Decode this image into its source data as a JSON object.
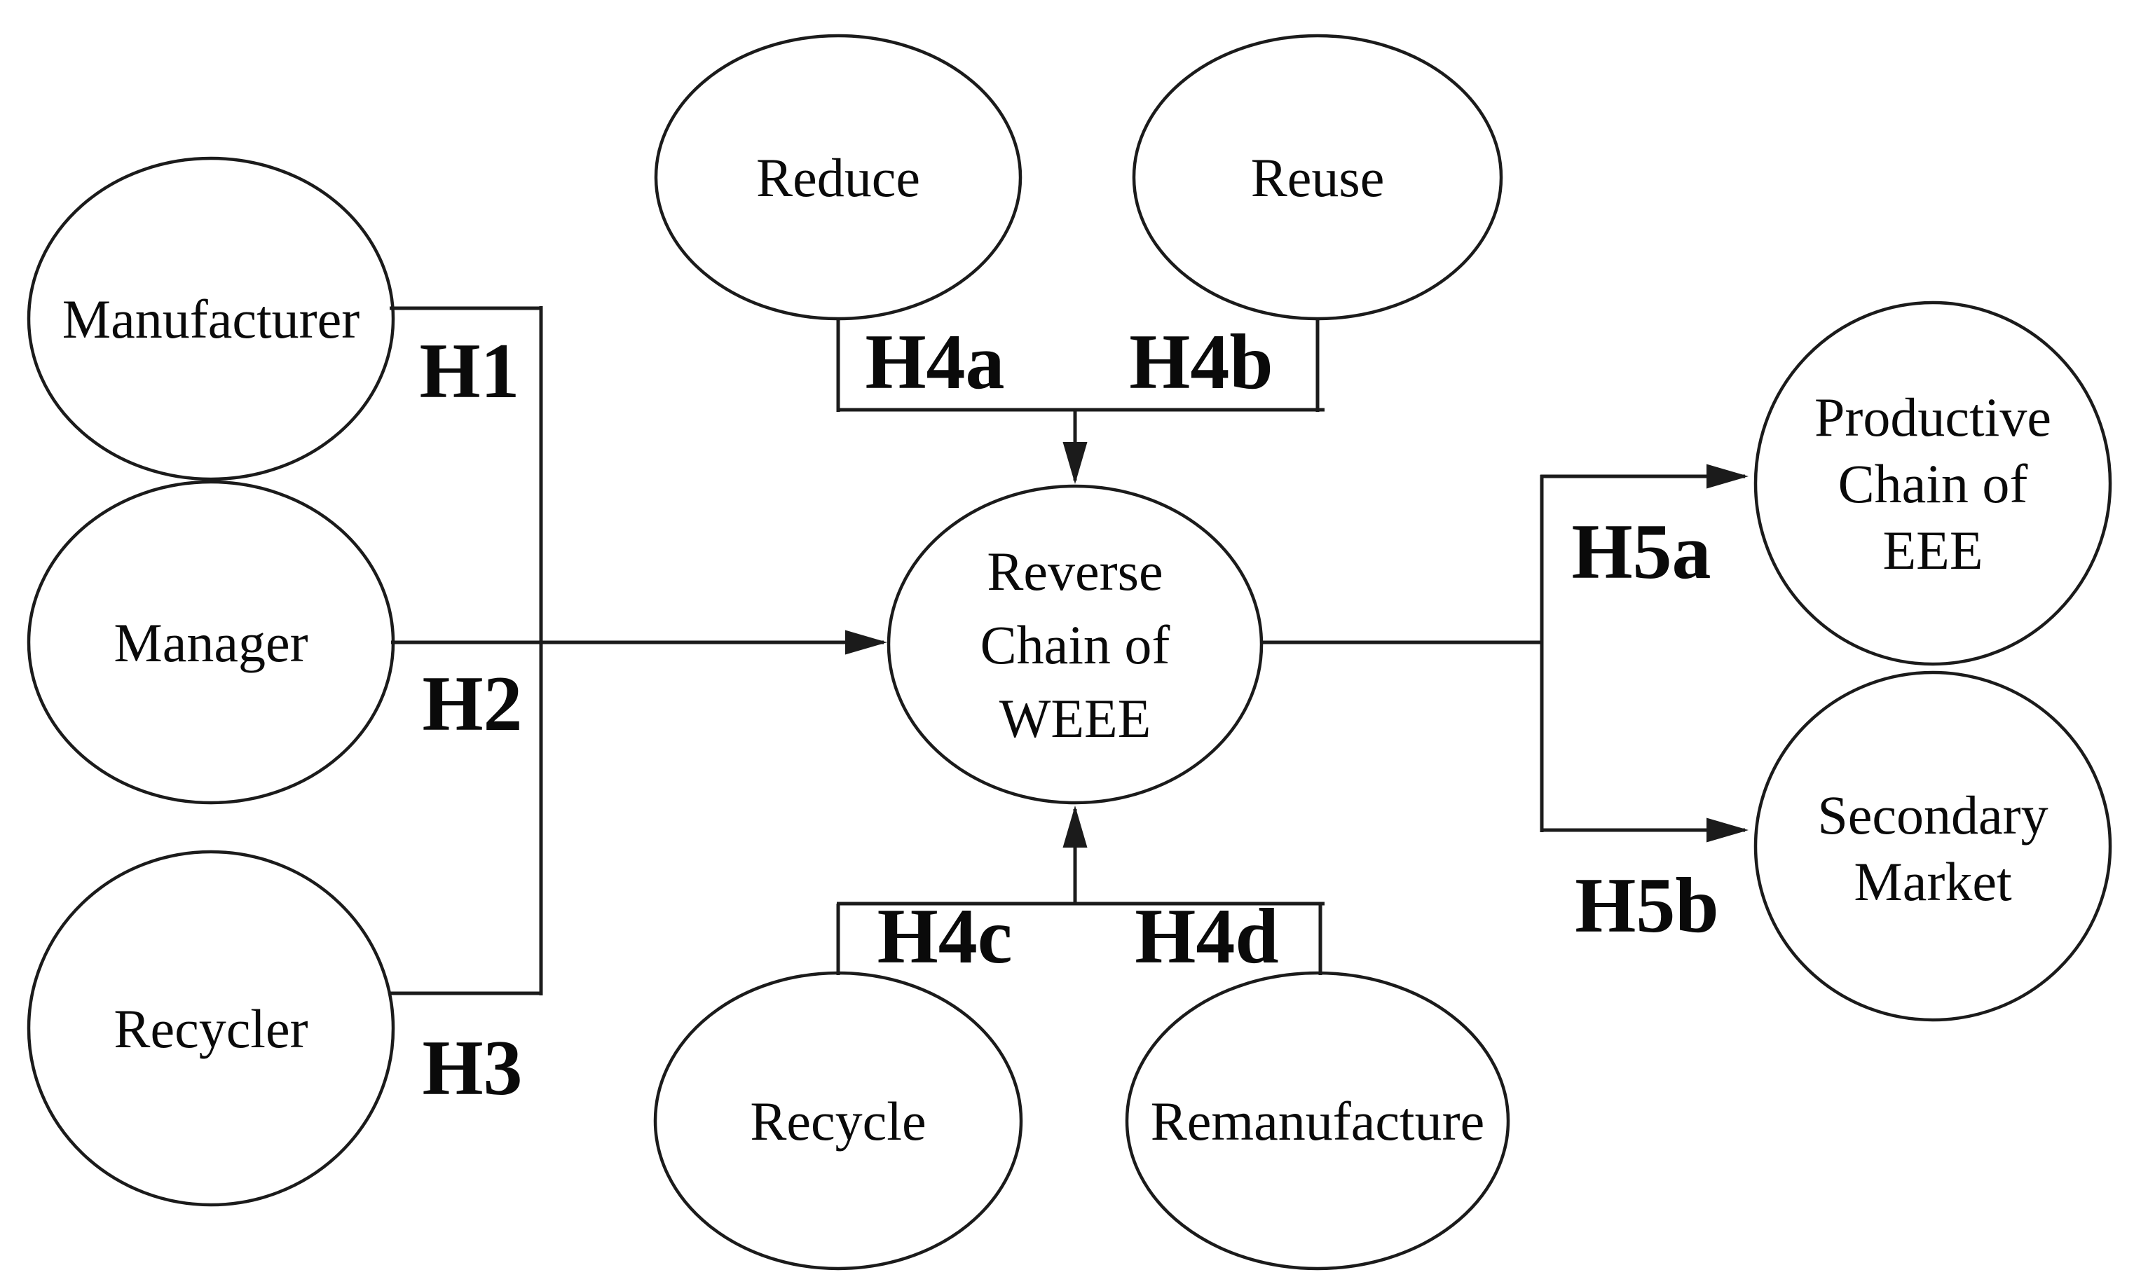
{
  "diagram": {
    "kind": "structural-hypothesis-model",
    "background_color": "#ffffff",
    "line_color": "#1b1b1b",
    "text_color": "#0a0a0a",
    "nodes": {
      "manufacturer": "Manufacturer",
      "manager": "Manager",
      "recycler": "Recycler",
      "reduce": "Reduce",
      "reuse": "Reuse",
      "reverse_chain": [
        "Reverse",
        "Chain of",
        "WEEE"
      ],
      "recycle": "Recycle",
      "remanufacture": "Remanufacture",
      "productive_chain": [
        "Productive",
        "Chain of",
        "EEE"
      ],
      "secondary_market": [
        "Secondary",
        "Market"
      ]
    },
    "hypotheses": {
      "h1": "H1",
      "h2": "H2",
      "h3": "H3",
      "h4a": "H4a",
      "h4b": "H4b",
      "h4c": "H4c",
      "h4d": "H4d",
      "h5a": "H5a",
      "h5b": "H5b"
    },
    "edges": [
      {
        "from": "Manufacturer",
        "to": "Reverse Chain of WEEE",
        "label": "H1"
      },
      {
        "from": "Manager",
        "to": "Reverse Chain of WEEE",
        "label": "H2"
      },
      {
        "from": "Recycler",
        "to": "Reverse Chain of WEEE",
        "label": "H3"
      },
      {
        "from": "Reduce",
        "to": "Reverse Chain of WEEE",
        "label": "H4a"
      },
      {
        "from": "Reuse",
        "to": "Reverse Chain of WEEE",
        "label": "H4b"
      },
      {
        "from": "Recycle",
        "to": "Reverse Chain of WEEE",
        "label": "H4c"
      },
      {
        "from": "Remanufacture",
        "to": "Reverse Chain of WEEE",
        "label": "H4d"
      },
      {
        "from": "Reverse Chain of WEEE",
        "to": "Productive Chain of EEE",
        "label": "H5a"
      },
      {
        "from": "Reverse Chain of WEEE",
        "to": "Secondary Market",
        "label": "H5b"
      }
    ]
  }
}
